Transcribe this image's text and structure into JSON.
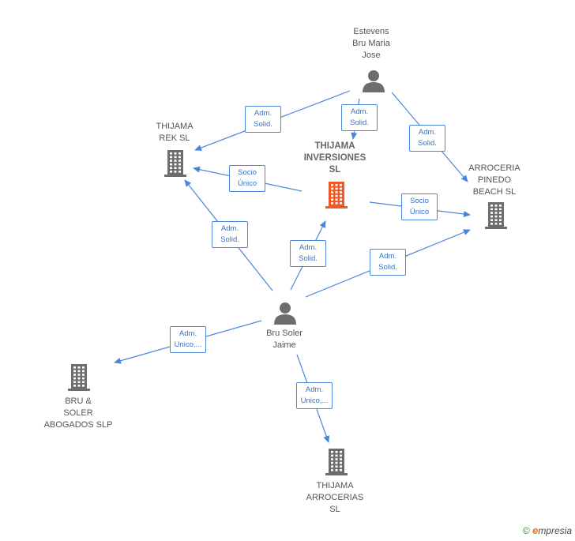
{
  "nodes": {
    "estevens": {
      "label": "Estevens\nBru Maria\nJose",
      "kind": "person"
    },
    "bru_soler": {
      "label": "Bru Soler\nJaime",
      "kind": "person"
    },
    "thijama_inversiones": {
      "label": "THIJAMA\nINVERSIONES\nSL",
      "kind": "company-main"
    },
    "thijama_rek": {
      "label": "THIJAMA\nREK  SL",
      "kind": "company"
    },
    "arroceria_pinedo": {
      "label": "ARROCERIA\nPINEDO\nBEACH  SL",
      "kind": "company"
    },
    "bru_soler_abogados": {
      "label": "BRU &\nSOLER\nABOGADOS SLP",
      "kind": "company"
    },
    "thijama_arrocerias": {
      "label": "THIJAMA\nARROCERIAS\nSL",
      "kind": "company"
    }
  },
  "edges": [
    {
      "from": "estevens",
      "to": "thijama_rek",
      "label": "Adm.\nSolid."
    },
    {
      "from": "estevens",
      "to": "thijama_inversiones",
      "label": "Adm.\nSolid."
    },
    {
      "from": "estevens",
      "to": "arroceria_pinedo",
      "label": "Adm.\nSolid."
    },
    {
      "from": "thijama_inversiones",
      "to": "thijama_rek",
      "label": "Socio\nÚnico"
    },
    {
      "from": "thijama_inversiones",
      "to": "arroceria_pinedo",
      "label": "Socio\nÚnico"
    },
    {
      "from": "bru_soler",
      "to": "thijama_rek",
      "label": "Adm.\nSolid."
    },
    {
      "from": "bru_soler",
      "to": "thijama_inversiones",
      "label": "Adm.\nSolid."
    },
    {
      "from": "bru_soler",
      "to": "arroceria_pinedo",
      "label": "Adm.\nSolid."
    },
    {
      "from": "bru_soler",
      "to": "bru_soler_abogados",
      "label": "Adm.\nUnico,..."
    },
    {
      "from": "bru_soler",
      "to": "thijama_arrocerias",
      "label": "Adm.\nUnico,..."
    }
  ],
  "colors": {
    "edge": "#4a86d8",
    "company": "#6d6d6d",
    "company_main": "#f05a28",
    "person": "#6d6d6d"
  },
  "footer": {
    "copyright": "©",
    "brand_e": "e",
    "brand_rest": "mpresia"
  }
}
